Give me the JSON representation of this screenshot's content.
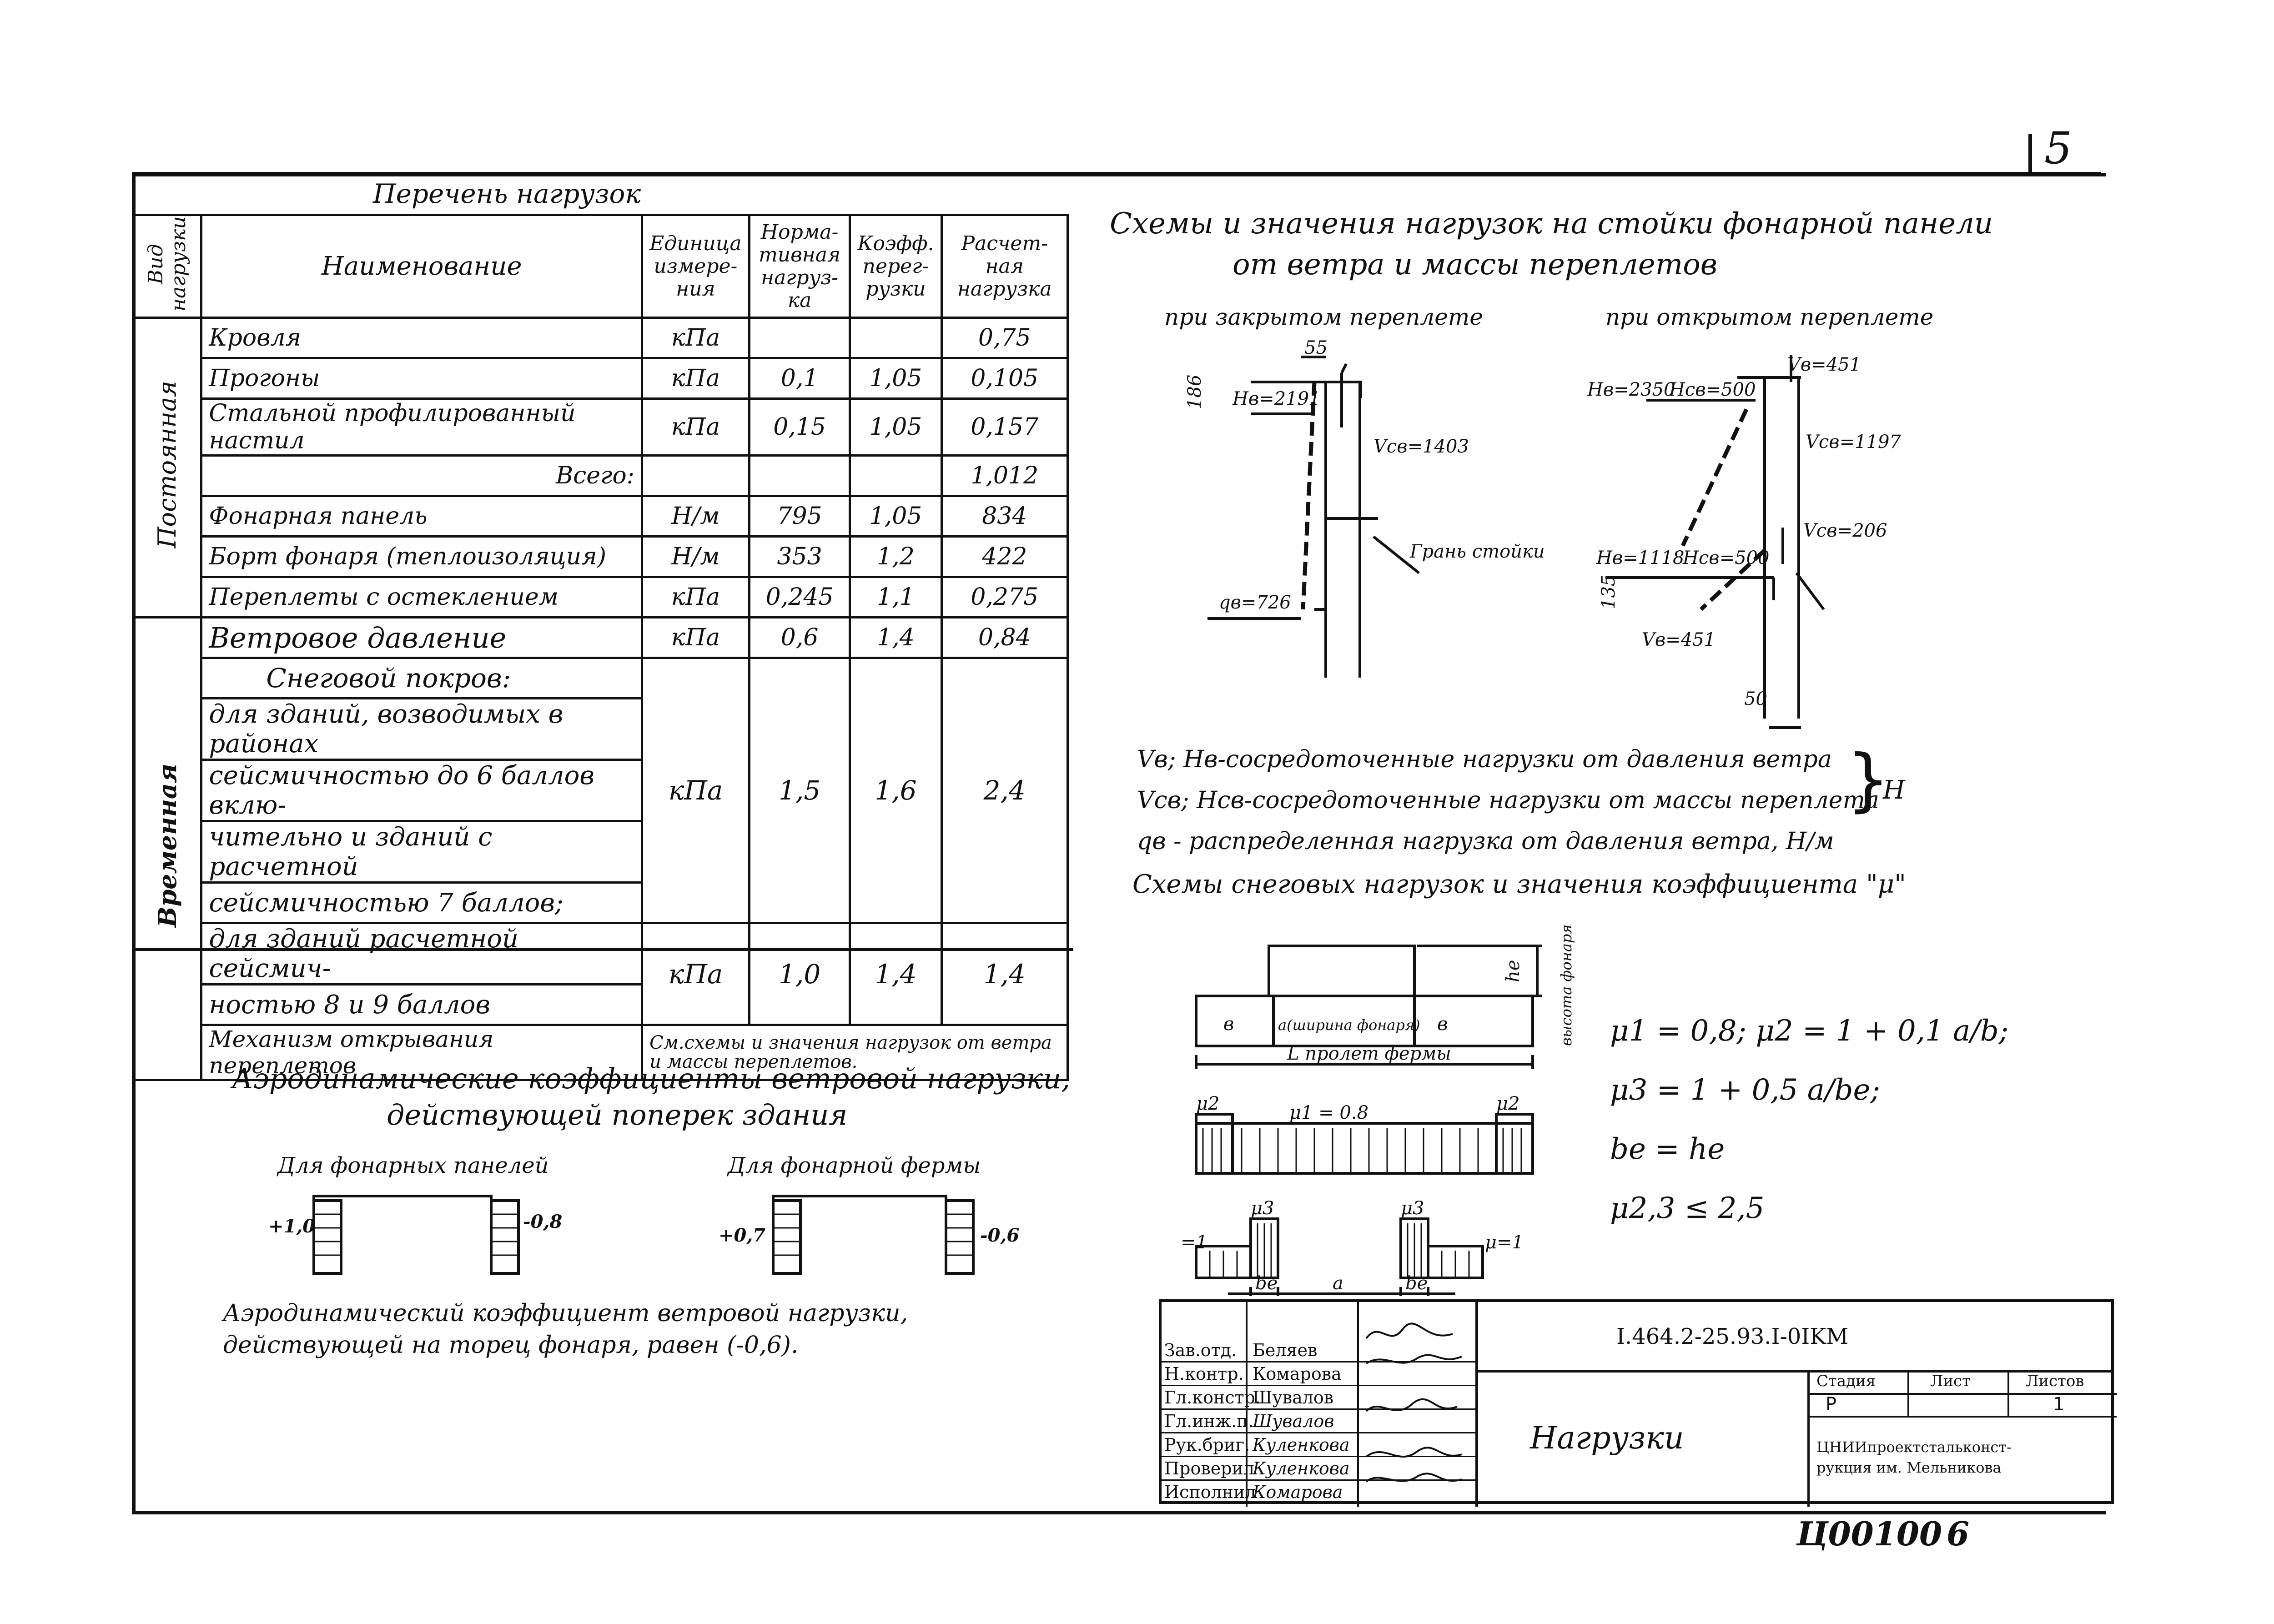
{
  "page_number": "5",
  "loads_table": {
    "title": "Перечень нагрузок",
    "headers": {
      "kind": "Вид нагрузки",
      "name": "Наименование",
      "unit": "Единица измере-ния",
      "normative": "Норма-тивная нагруз-ка",
      "factor": "Коэфф. перег-рузки",
      "design": "Расчет-ная нагрузка"
    },
    "group_permanent": "Постоянная",
    "group_temporary": "Временная",
    "permanent_rows": [
      {
        "name": "Кровля",
        "unit": "кПа",
        "normative": "",
        "factor": "",
        "design": "0,75"
      },
      {
        "name": "Прогоны",
        "unit": "кПа",
        "normative": "0,1",
        "factor": "1,05",
        "design": "0,105"
      },
      {
        "name": "Стальной профилированный настил",
        "unit": "кПа",
        "normative": "0,15",
        "factor": "1,05",
        "design": "0,157"
      },
      {
        "name": "Всего:",
        "unit": "",
        "normative": "",
        "factor": "",
        "design": "1,012"
      },
      {
        "name": "Фонарная панель",
        "unit": "Н/м",
        "normative": "795",
        "factor": "1,05",
        "design": "834"
      },
      {
        "name": "Борт фонаря (теплоизоляция)",
        "unit": "Н/м",
        "normative": "353",
        "factor": "1,2",
        "design": "422"
      },
      {
        "name": "Переплеты с остеклением",
        "unit": "кПа",
        "normative": "0,245",
        "factor": "1,1",
        "design": "0,275"
      }
    ],
    "wind": {
      "name": "Ветровое давление",
      "unit": "кПа",
      "normative": "0,6",
      "factor": "1,4",
      "design": "0,84"
    },
    "snow_title": "Снеговой покров:",
    "snow_a_lines": [
      "для зданий, возводимых в районах",
      "сейсмичностью до 6 баллов вклю-",
      "чительно и зданий с расчетной",
      "сейсмичностью 7 баллов;"
    ],
    "snow_a": {
      "unit": "кПа",
      "normative": "1,5",
      "factor": "1,6",
      "design": "2,4"
    },
    "snow_b_lines": [
      "для зданий расчетной сейсмич-",
      "ностью 8 и 9 баллов"
    ],
    "snow_b": {
      "unit": "кПа",
      "normative": "1,0",
      "factor": "1,4",
      "design": "1,4"
    },
    "mechanism": "Механизм открывания переплетов",
    "mechanism_note": "См.схемы и значения нагрузок от ветра и массы переплетов."
  },
  "schemes": {
    "title_line1": "Схемы и значения нагрузок на стойки фонарной панели",
    "title_line2": "от ветра и массы переплетов",
    "closed": "при закрытом переплете",
    "open": "при открытом переплете",
    "closed_labels": {
      "dim55": "55",
      "dim186": "186",
      "hb": "Нв=2191",
      "vcb": "Vсв=1403",
      "qb": "qв=726",
      "face": "Грань стойки"
    },
    "open_labels": {
      "vb_top": "Vв=451",
      "hb": "Нв=2350",
      "hcb": "Нсв=500",
      "vcb": "Vсв=1197",
      "vcb2": "Vсв=206",
      "hb2": "Нв=1118",
      "hcb2": "Нсв=500",
      "dim135": "135",
      "vb_bot": "Vв=451",
      "dim50": "50"
    }
  },
  "legend": {
    "line1": "Vв; Нв-сосредоточенные нагрузки от давления ветра",
    "line2": "Vсв; Нсв-сосредоточенные нагрузки от массы переплета",
    "line3": "qв - распределенная нагрузка от давления ветра, Н/м",
    "unit": "Н"
  },
  "snow": {
    "title": "Схемы снеговых нагрузок и значения коэффициента \"μ\"",
    "b": "в",
    "a_width": "a(ширина фонаря)",
    "span": "L пролет фермы",
    "height": "высота фонаря",
    "he": "hе",
    "mu2": "μ2",
    "mu1": "μ1 = 0.8",
    "mu_1": "μ=1",
    "mu3": "μ3",
    "be": "bе",
    "a": "a",
    "f1": "μ1 = 0,8;  μ2 = 1 + 0,1 a/b;",
    "f2": "μ3 = 1 + 0,5 a/bе;",
    "f3": "bе = hе",
    "f4": "μ2,3 ≤ 2,5"
  },
  "aero": {
    "title_line1": "Аэродинамические коэффициенты ветровой нагрузки,",
    "title_line2": "действующей поперек здания",
    "panels": "Для фонарных панелей",
    "truss": "Для фонарной фермы",
    "p_left": "+1,0",
    "p_right": "-0,8",
    "t_left": "+0,7",
    "t_right": "-0,6",
    "end_line1": "Аэродинамический коэффициент ветровой нагрузки,",
    "end_line2": "действующей на торец фонаря, равен (-0,6)."
  },
  "stamp": {
    "code": "I.464.2-25.93.I-0IKM",
    "title": "Нагрузки",
    "roles": [
      {
        "role": "Зав.отд.",
        "name": "Беляев"
      },
      {
        "role": "Н.контр.",
        "name": "Комарова"
      },
      {
        "role": "Гл.констр.",
        "name": "Шувалов"
      },
      {
        "role": "Гл.инж.п.",
        "name": "Шувалов"
      },
      {
        "role": "Рук.бриг.",
        "name": "Куленкова"
      },
      {
        "role": "Проверил",
        "name": "Куленкова"
      },
      {
        "role": "Исполнил",
        "name": "Комарова"
      }
    ],
    "stage_label": "Стадия",
    "sheet_label": "Лист",
    "sheets_label": "Листов",
    "stage": "Р",
    "sheets": "1",
    "org_line1": "ЦНИИпроектстальконст-",
    "org_line2": "рукция им. Мельникова"
  },
  "archive_no": "Ц00100",
  "archive_sheet": "6"
}
